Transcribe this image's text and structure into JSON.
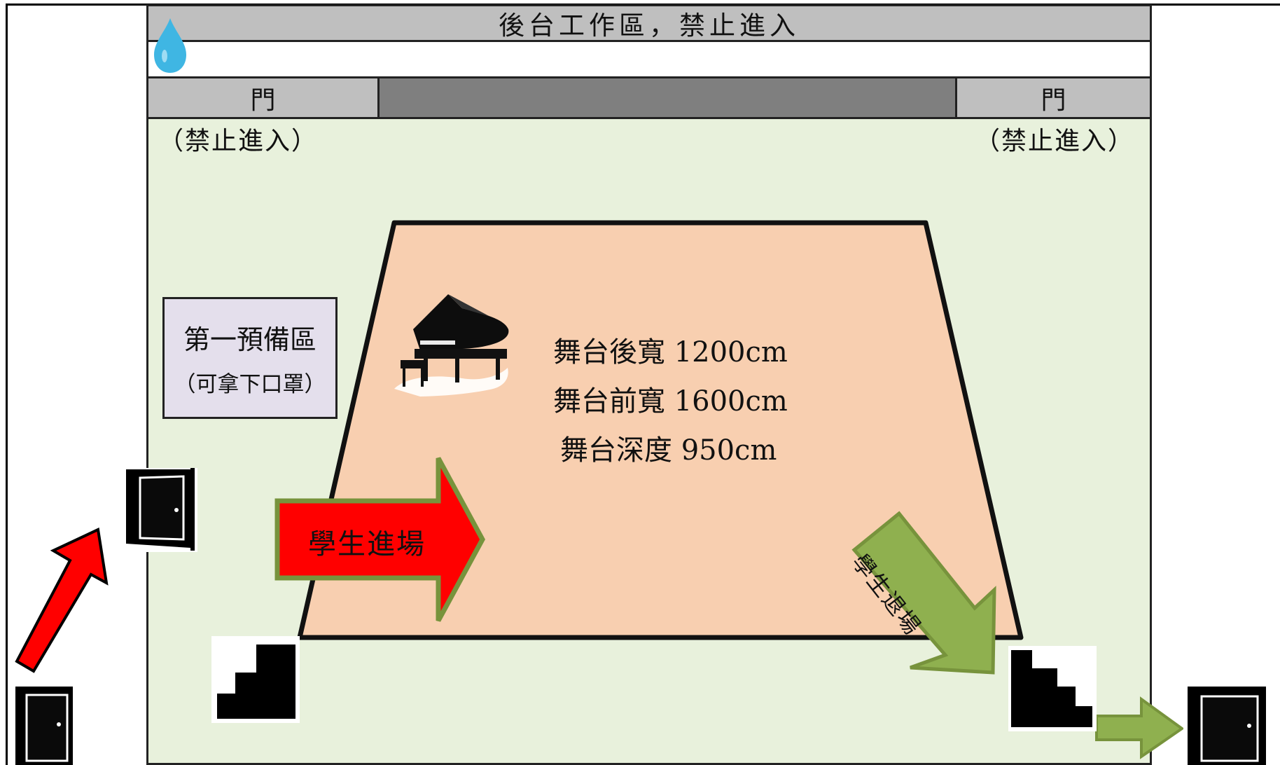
{
  "header": {
    "backstage_label": "後台工作區，禁止進入"
  },
  "doors": {
    "left_label": "門",
    "right_label": "門",
    "left_note": "（禁止進入）",
    "right_note": "（禁止進入）"
  },
  "prep_zone": {
    "title": "第一預備區",
    "subtitle": "（可拿下口罩）"
  },
  "stage": {
    "back_width": "舞台後寬 1200cm",
    "front_width": "舞台前寬 1600cm",
    "depth": "舞台深度 950cm"
  },
  "arrows": {
    "enter_label": "學生進場",
    "exit_label": "學生退場"
  },
  "colors": {
    "stage_fill": "#f8cfb0",
    "floor": "#e8f1dc",
    "enter_arrow": "#ff0000",
    "arrow_border": "#77933c",
    "exit_arrow": "#8fb04f",
    "water_drop": "#3fb6e3"
  },
  "icons": [
    "water-drop-icon",
    "piano-icon",
    "door-icon",
    "stairs-icon"
  ]
}
